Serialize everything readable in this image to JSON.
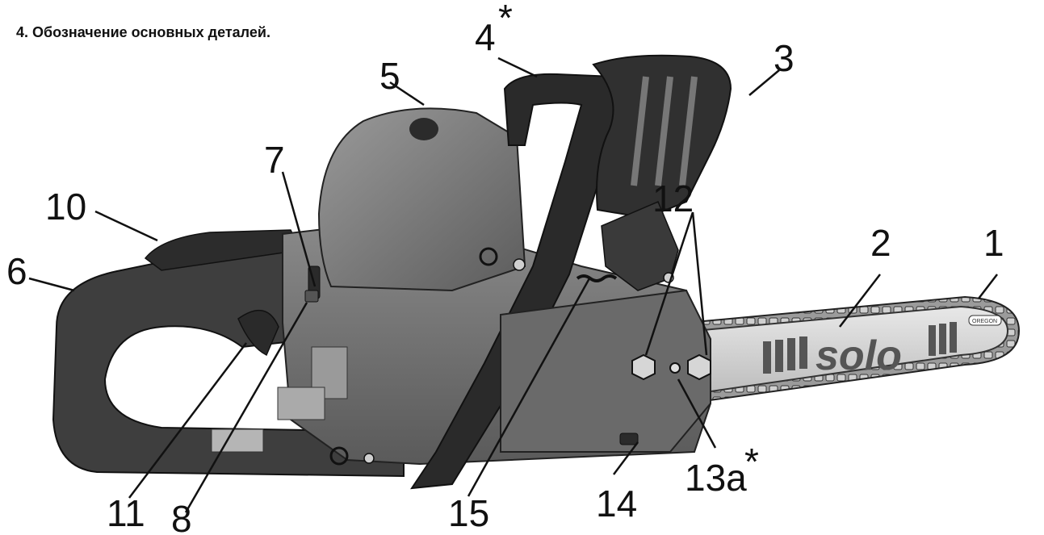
{
  "heading": "4. Обозначение основных деталей.",
  "labels": {
    "l1": "1",
    "l2": "2",
    "l3": "3",
    "l4": "4",
    "l4_star": "*",
    "l5": "5",
    "l6": "6",
    "l7": "7",
    "l8": "8",
    "l10": "10",
    "l11": "11",
    "l12": "12",
    "l13a": "13a",
    "l13a_star": "*",
    "l14": "14",
    "l15": "15"
  },
  "bar_brand": "solo",
  "bar_oregon": "OREGON"
}
